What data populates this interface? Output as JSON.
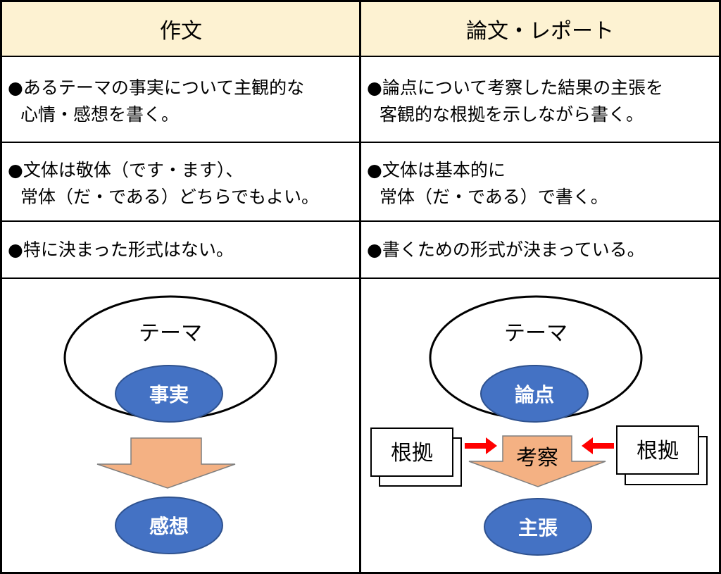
{
  "headers": {
    "left": "作文",
    "right": "論文・レポート"
  },
  "rows": [
    {
      "left": [
        "●あるテーマの事実について主観的な",
        "心情・感想を書く。"
      ],
      "right": [
        "●論点について考察した結果の主張を",
        "客観的な根拠を示しながら書く。"
      ]
    },
    {
      "left": [
        "●文体は敬体（です・ます）、",
        "常体（だ・である）どちらでもよい。"
      ],
      "right": [
        "●文体は基本的に",
        "常体（だ・である）で書く。"
      ]
    },
    {
      "left": [
        "●特に決まった形式はない。"
      ],
      "right": [
        "●書くための形式が決まっている。"
      ]
    }
  ],
  "diagram_left": {
    "theme": "テーマ",
    "fact": "事実",
    "impression": "感想"
  },
  "diagram_right": {
    "theme": "テーマ",
    "issue": "論点",
    "consider": "考察",
    "evidence_left": "根拠",
    "evidence_right": "根拠",
    "claim": "主張"
  },
  "colors": {
    "header_bg": "#fdf2d2",
    "bubble": "#4472c4",
    "arrow_fill": "#f4b183",
    "arrow_red": "#ff0000"
  }
}
